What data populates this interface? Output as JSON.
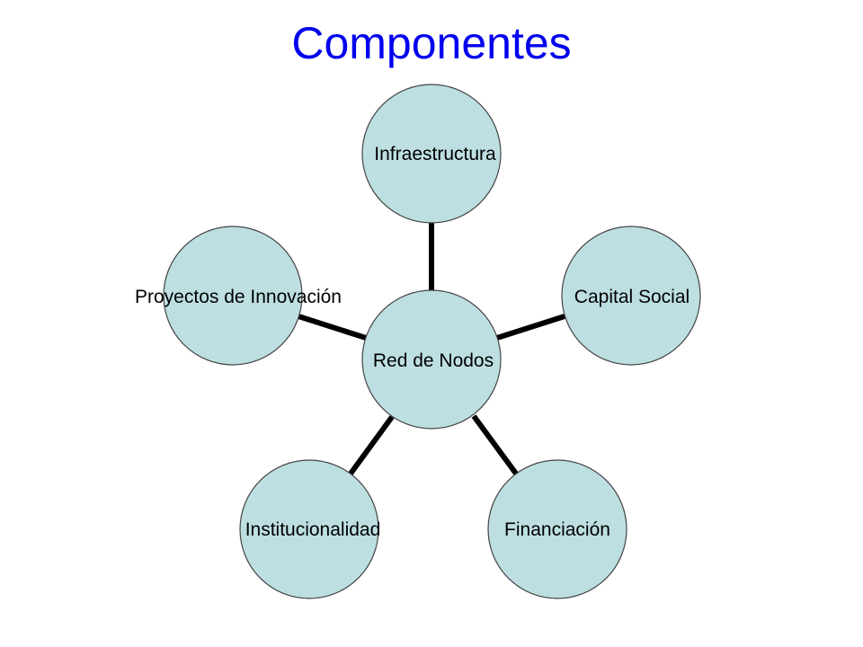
{
  "title": "Componentes",
  "diagram": {
    "center": {
      "label": "Red de Nodos"
    },
    "nodes": [
      {
        "id": "infraestructura",
        "label": "Infraestructura"
      },
      {
        "id": "capital-social",
        "label": "Capital Social"
      },
      {
        "id": "financiacion",
        "label": "Financiación"
      },
      {
        "id": "institucionalidad",
        "label": "Institucionalidad"
      },
      {
        "id": "proyectos-innovacion",
        "label": "Proyectos de Innovación"
      }
    ]
  },
  "colors": {
    "title": "#0000ee",
    "node_fill": "#bddfe2",
    "node_stroke": "#444444",
    "connector": "#000000"
  }
}
